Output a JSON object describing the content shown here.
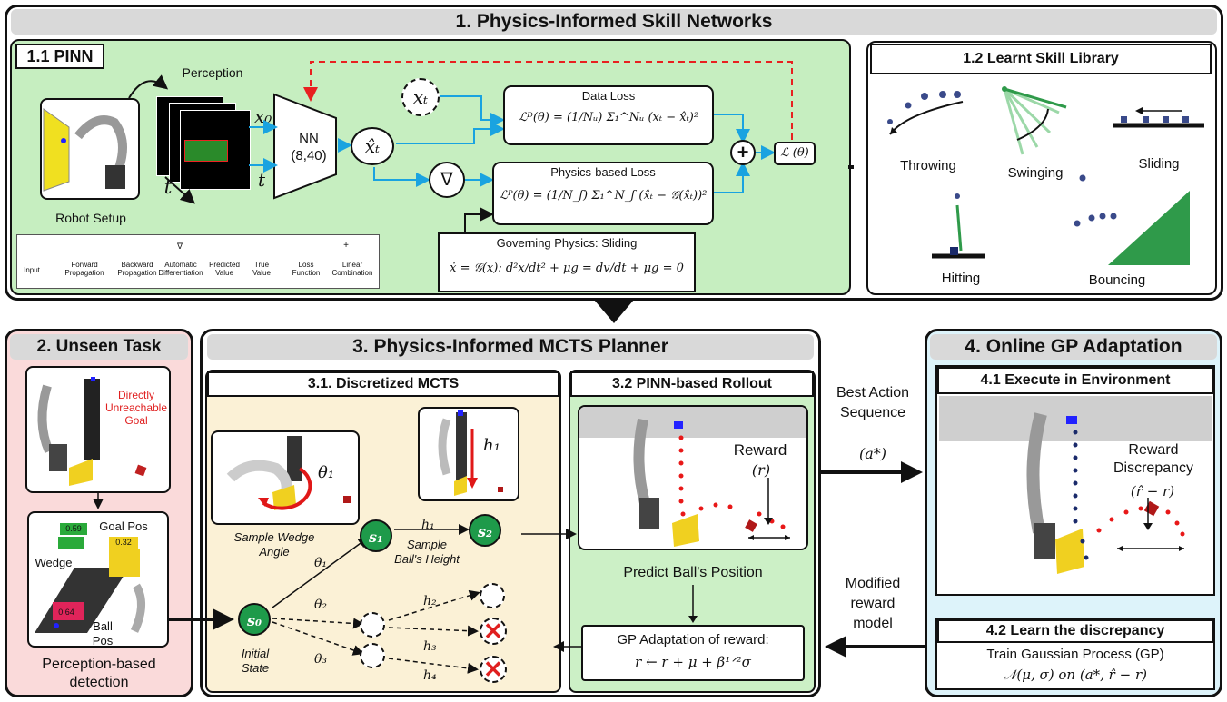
{
  "panel1": {
    "title": "1. Physics-Informed Skill Networks",
    "pinn": {
      "header": "1.1 PINN",
      "perception_label": "Perception",
      "robot_setup_label": "Robot Setup",
      "input_x0": "x₀",
      "input_t": "t",
      "stack_t": "t",
      "nn_label": "NN",
      "nn_size": "(8,40)",
      "pred_node": "x̂ₜ",
      "true_node": "xₜ",
      "grad_node": "∇",
      "data_loss_title": "Data Loss",
      "data_loss_eq": "ℒᴰ(θ) = (1/Nᵤ) Σ₁^Nᵤ (xₜ − x̂ₜ)²",
      "phys_loss_title": "Physics-based Loss",
      "phys_loss_eq": "ℒᴾ(θ) = (1/N_f) Σ₁^N_f (x̂̇ₜ − 𝒢(x̂ₜ))²",
      "sum_node": "+",
      "total_loss": "ℒ (θ)",
      "gov_title": "Governing Physics: Sliding",
      "gov_eq": "ẋ = 𝒢(x):   d²x/dt² + μg = dv/dt + μg = 0",
      "legend": [
        {
          "label": "Input"
        },
        {
          "label": "Forward Propagation"
        },
        {
          "label": "Backward Propagation"
        },
        {
          "label": "Automatic Differentiation",
          "symbol": "∇"
        },
        {
          "label": "Predicted Value"
        },
        {
          "label": "True Value"
        },
        {
          "label": "Loss Function"
        },
        {
          "label": "Linear Combination",
          "symbol": "+"
        }
      ]
    },
    "library": {
      "header": "1.2 Learnt Skill Library",
      "skills": [
        "Throwing",
        "Swinging",
        "Sliding",
        "Hitting",
        "Bouncing"
      ]
    }
  },
  "panel2": {
    "title": "2. Unseen Task",
    "goal_text": "Directly Unreachable Goal",
    "goal_pos": "Goal Pos",
    "wedge": "Wedge",
    "ball_pos": "Ball Pos",
    "val_goal": "0.59",
    "val_wedge": "0.32",
    "val_ball": "0.64",
    "caption": "Perception-based detection"
  },
  "panel3": {
    "title": "3. Physics-Informed MCTS Planner",
    "mcts": {
      "header": "3.1. Discretized MCTS",
      "theta1": "θ₁",
      "theta2": "θ₂",
      "theta3": "θ₃",
      "h1": "h₁",
      "h2": "h₂",
      "h3": "h₃",
      "h4": "h₄",
      "s0": "s₀",
      "s1": "s₁",
      "s2": "s₂",
      "sample_wedge": "Sample Wedge Angle",
      "sample_ball": "Sample Ball's Height",
      "initial_state": "Initial State"
    },
    "rollout": {
      "header": "3.2 PINN-based Rollout",
      "reward": "Reward",
      "reward_sym": "(r)",
      "predict": "Predict Ball's Position",
      "gp_title": "GP Adaptation of reward:",
      "gp_eq": "r ← r + μ + β¹ᐟ²σ"
    },
    "best_action": "Best Action Sequence",
    "best_action_sym": "(a*)",
    "modified": "Modified reward model"
  },
  "panel4": {
    "title": "4. Online GP Adaptation",
    "exec_header": "4.1 Execute in Environment",
    "discrepancy": "Reward Discrepancy",
    "discrepancy_sym": "(r̂ − r)",
    "learn_header": "4.2 Learn the discrepancy",
    "train_text": "Train Gaussian Process (GP)",
    "train_eq": "𝒩(μ, σ) on (a*, r̂ − r)"
  },
  "colors": {
    "green_bg": "#c6eec0",
    "pink_bg": "#fadada",
    "cream_bg": "#fbf1d6",
    "light_green_bg": "#ccf0c6",
    "light_blue_bg": "#ddf3fa",
    "blue_arrow": "#1aa3e0",
    "red_dashed": "#e82020",
    "node_green": "#1e9a4a"
  }
}
